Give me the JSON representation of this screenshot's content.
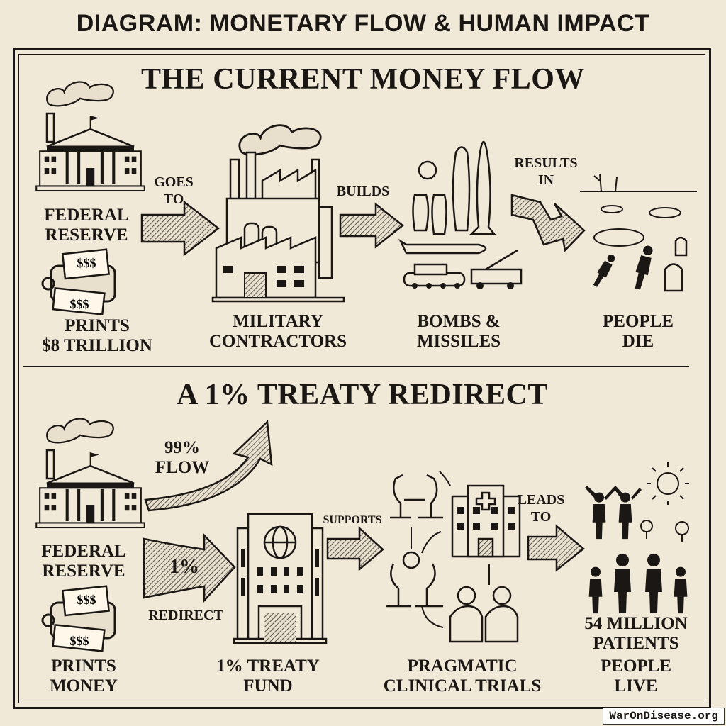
{
  "title": "DIAGRAM: MONETARY FLOW & HUMAN IMPACT",
  "current_flow": {
    "heading": "THE CURRENT MONEY FLOW",
    "federal_reserve": [
      "FEDERAL",
      "RESERVE"
    ],
    "prints": [
      "PRINTS",
      "$8 TRILLION"
    ],
    "goes_to": [
      "GOES",
      "TO"
    ],
    "contractors": [
      "MILITARY",
      "CONTRACTORS"
    ],
    "builds": "BUILDS",
    "weapons": [
      "BOMBS &",
      "MISSILES"
    ],
    "results_in": [
      "RESULTS",
      "IN"
    ],
    "outcome": [
      "PEOPLE",
      "DIE"
    ]
  },
  "redirect_flow": {
    "heading": "A 1% TREATY REDIRECT",
    "flow_99": [
      "99%",
      "FLOW"
    ],
    "federal_reserve": [
      "FEDERAL",
      "RESERVE"
    ],
    "one_percent": "1%",
    "redirect": "REDIRECT",
    "prints": [
      "PRINTS",
      "MONEY"
    ],
    "fund": [
      "1% TREATY",
      "FUND"
    ],
    "supports": "SUPPORTS",
    "trials": [
      "PRAGMATIC",
      "CLINICAL TRIALS"
    ],
    "leads_to": [
      "LEADS",
      "TO"
    ],
    "patients": [
      "54 MILLION",
      "PATIENTS"
    ],
    "outcome": [
      "PEOPLE",
      "LIVE"
    ]
  },
  "money_symbol": "$$$",
  "watermark": "WarOnDisease.org",
  "colors": {
    "paper": "#f1e9d8",
    "ink": "#1a1714"
  }
}
